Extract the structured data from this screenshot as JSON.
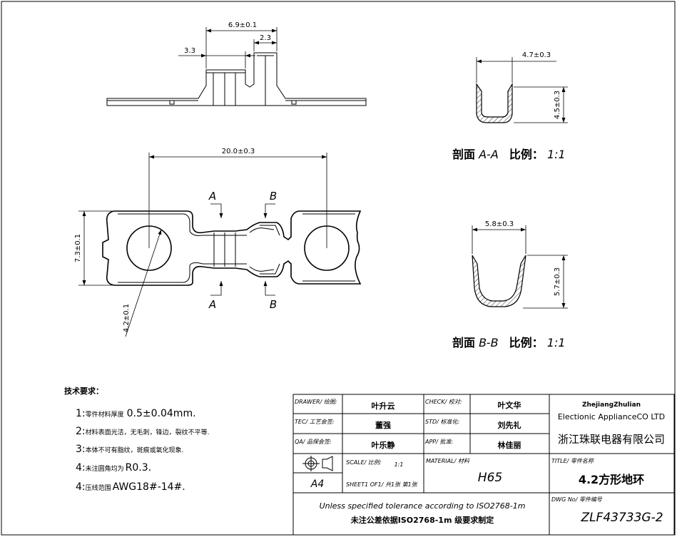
{
  "top_view": {
    "dim_width": "6.9±0.1",
    "dim_left": "3.3",
    "dim_right": "2.3"
  },
  "plan_view": {
    "dim_length": "20.0±0.3",
    "dim_height": "7.3±0.1",
    "dim_hole": "4.2±0.1",
    "cut_a": "A",
    "cut_b": "B"
  },
  "section_a": {
    "dim_width": "4.7±0.3",
    "dim_height": "4.5±0.3",
    "caption_label": "剖面",
    "caption_section": "A-A",
    "caption_scale_label": "比例：",
    "caption_scale": "1:1"
  },
  "section_b": {
    "dim_width": "5.8±0.3",
    "dim_height": "5.7±0.3",
    "caption_label": "剖面",
    "caption_section": "B-B",
    "caption_scale_label": "比例：",
    "caption_scale": "1:1"
  },
  "tech": {
    "heading": "技术要求：",
    "items": [
      {
        "num": "1:",
        "text": "零件材料厚度",
        "value": "0.5±0.04mm."
      },
      {
        "num": "2:",
        "text": "材料表面光洁，无毛刺，锋边，裂纹不平等.",
        "value": ""
      },
      {
        "num": "3:",
        "text": "本体不可有脂纹，斑痕或氧化现象.",
        "value": ""
      },
      {
        "num": "4:",
        "text": "未注圆角均为",
        "value": "R0.3."
      },
      {
        "num": "4:",
        "text": "压线范围",
        "value": "AWG18#-14#."
      }
    ]
  },
  "title_block": {
    "drawer_label": "DRAWER/ 绘图:",
    "drawer_value": "叶升云",
    "check_label": "CHECK/ 校对:",
    "check_value": "叶文华",
    "tec_label": "TEC/ 工艺会签:",
    "tec_value": "董强",
    "std_label": "STD/ 标准化:",
    "std_value": "刘先礼",
    "qa_label": "QA/ 品保会签:",
    "qa_value": "叶乐静",
    "app_label": "APP/ 批准:",
    "app_value": "林佳丽",
    "company_en_1": "ZhejiangZhulian",
    "company_en_2": "Electionic ApplianceCO LTD",
    "company_cn": "浙江珠联电器有限公司",
    "scale_label": "SCALE/ 比例:",
    "scale_value": "1:1",
    "material_label": "MATERIAL/ 材料",
    "material_value": "H65",
    "title_label": "TITLE/ 零件名称",
    "title_value": "4.2方形地环",
    "paper_size": "A4",
    "sheet_text": "SHEET1 OF1/ 共1张 第1张",
    "tolerance_en": "Unless specified tolerance according to ISO2768-1m",
    "tolerance_cn": "未注公差依据ISO2768-1m 级要求制定",
    "dwg_label": "DWG No/ 零件编号",
    "dwg_value": "ZLF43733G-2"
  }
}
